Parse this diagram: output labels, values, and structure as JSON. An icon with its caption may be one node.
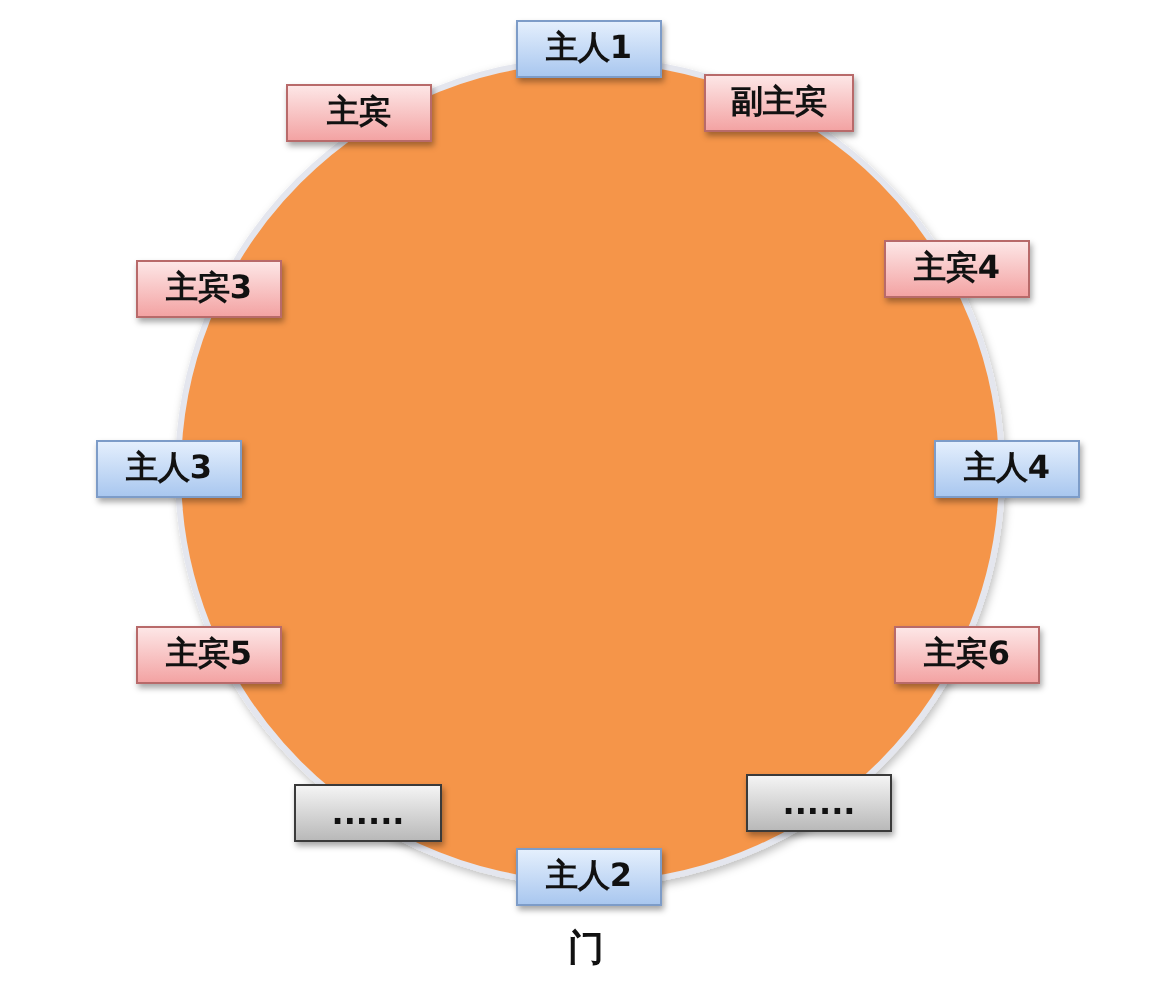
{
  "diagram": {
    "nodes": [
      {
        "text": [
          "主人1"
        ]
      },
      {
        "text": [
          "主宾"
        ]
      },
      {
        "text": [
          "副主宾"
        ]
      },
      {
        "text": [
          "主宾4"
        ]
      },
      {
        "text": [
          "主宾3"
        ]
      },
      {
        "text": [
          "主人3"
        ]
      },
      {
        "text": [
          "主人4"
        ]
      },
      {
        "text": [
          "主宾5"
        ]
      },
      {
        "text": [
          "主宾6"
        ]
      },
      {
        "text": [
          "......"
        ]
      },
      {
        "text": [
          "......"
        ]
      },
      {
        "text": [
          "主人2"
        ]
      }
    ],
    "labels": [
      "门"
    ]
  }
}
